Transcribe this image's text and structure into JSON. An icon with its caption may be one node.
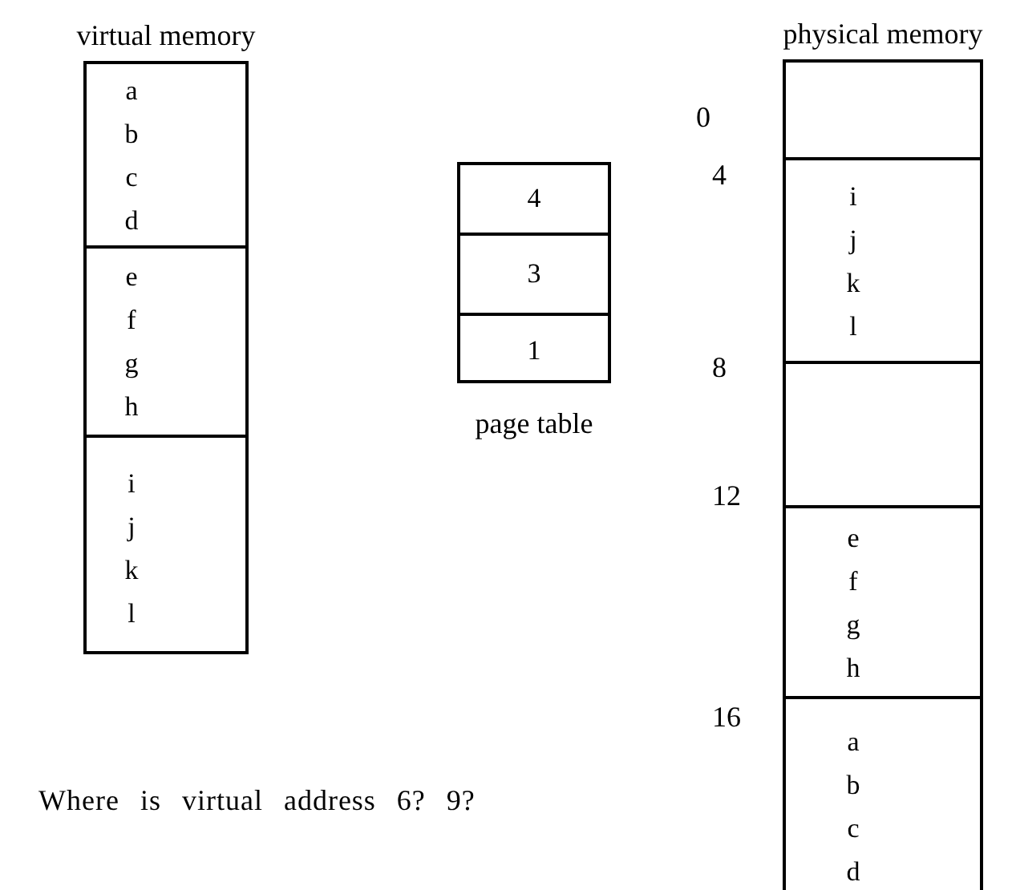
{
  "diagram": {
    "nodes": [
      {
        "text": [
          "virtual memory"
        ]
      },
      {
        "text": [
          "a b c d"
        ],
        "in": 0
      },
      {
        "text": [
          "e f g h"
        ],
        "in": 0
      },
      {
        "text": [
          "i j k l"
        ],
        "in": 0
      },
      {
        "text": [
          "page table"
        ]
      },
      {
        "text": [
          "4"
        ],
        "in": 4
      },
      {
        "text": [
          "3"
        ],
        "in": 4
      },
      {
        "text": [
          "1"
        ],
        "in": 4
      },
      {
        "text": [
          "physical memory"
        ]
      },
      {
        "text": [],
        "shape": "box",
        "in": 8
      },
      {
        "text": [
          "i j k l"
        ],
        "in": 8
      },
      {
        "text": [],
        "shape": "box",
        "in": 8
      },
      {
        "text": [
          "e f g h"
        ],
        "in": 8
      },
      {
        "text": [
          "a b c d"
        ],
        "in": 8
      }
    ],
    "edges": [],
    "labels": [
      "0",
      "4",
      "8",
      "12",
      "16",
      "Where is virtual address 6? 9?"
    ]
  }
}
